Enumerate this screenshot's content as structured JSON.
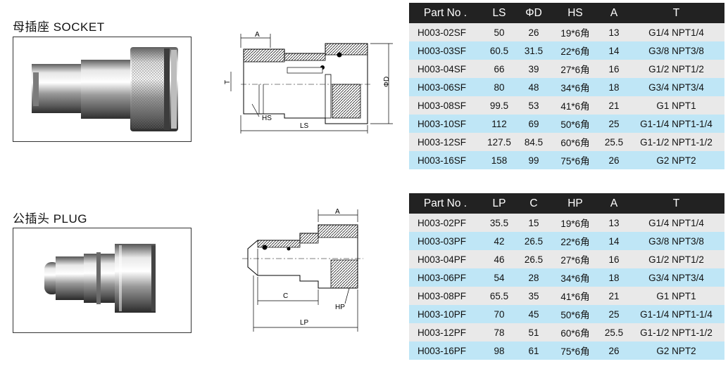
{
  "socket": {
    "heading": "母插座 SOCKET",
    "drawing_labels": {
      "a": "A",
      "t": "T",
      "hs": "HS",
      "ls": "LS",
      "d": "ΦD"
    },
    "columns": [
      "Part No .",
      "LS",
      "ΦD",
      "HS",
      "A",
      "T"
    ],
    "rows": [
      [
        "H003-02SF",
        "50",
        "26",
        "19*6角",
        "13",
        "G1/4 NPT1/4"
      ],
      [
        "H003-03SF",
        "60.5",
        "31.5",
        "22*6角",
        "14",
        "G3/8 NPT3/8"
      ],
      [
        "H003-04SF",
        "66",
        "39",
        "27*6角",
        "16",
        "G1/2 NPT1/2"
      ],
      [
        "H003-06SF",
        "80",
        "48",
        "34*6角",
        "18",
        "G3/4 NPT3/4"
      ],
      [
        "H003-08SF",
        "99.5",
        "53",
        "41*6角",
        "21",
        "G1 NPT1"
      ],
      [
        "H003-10SF",
        "112",
        "69",
        "50*6角",
        "25",
        "G1-1/4 NPT1-1/4"
      ],
      [
        "H003-12SF",
        "127.5",
        "84.5",
        "60*6角",
        "25.5",
        "G1-1/2 NPT1-1/2"
      ],
      [
        "H003-16SF",
        "158",
        "99",
        "75*6角",
        "26",
        "G2 NPT2"
      ]
    ]
  },
  "plug": {
    "heading": "公插头 PLUG",
    "drawing_labels": {
      "a": "A",
      "c": "C",
      "hp": "HP",
      "lp": "LP"
    },
    "columns": [
      "Part No .",
      "LP",
      "C",
      "HP",
      "A",
      "T"
    ],
    "rows": [
      [
        "H003-02PF",
        "35.5",
        "15",
        "19*6角",
        "13",
        "G1/4 NPT1/4"
      ],
      [
        "H003-03PF",
        "42",
        "26.5",
        "22*6角",
        "14",
        "G3/8 NPT3/8"
      ],
      [
        "H003-04PF",
        "46",
        "26.5",
        "27*6角",
        "16",
        "G1/2 NPT1/2"
      ],
      [
        "H003-06PF",
        "54",
        "28",
        "34*6角",
        "18",
        "G3/4 NPT3/4"
      ],
      [
        "H003-08PF",
        "65.5",
        "35",
        "41*6角",
        "21",
        "G1 NPT1"
      ],
      [
        "H003-10PF",
        "70",
        "45",
        "50*6角",
        "25",
        "G1-1/4 NPT1-1/4"
      ],
      [
        "H003-12PF",
        "78",
        "51",
        "60*6角",
        "25.5",
        "G1-1/2 NPT1-1/2"
      ],
      [
        "H003-16PF",
        "98",
        "61",
        "75*6角",
        "26",
        "G2 NPT2"
      ]
    ]
  },
  "colors": {
    "header_bg": "#222222",
    "row_odd": "#e9e9e9",
    "row_even": "#bfe6f6"
  }
}
